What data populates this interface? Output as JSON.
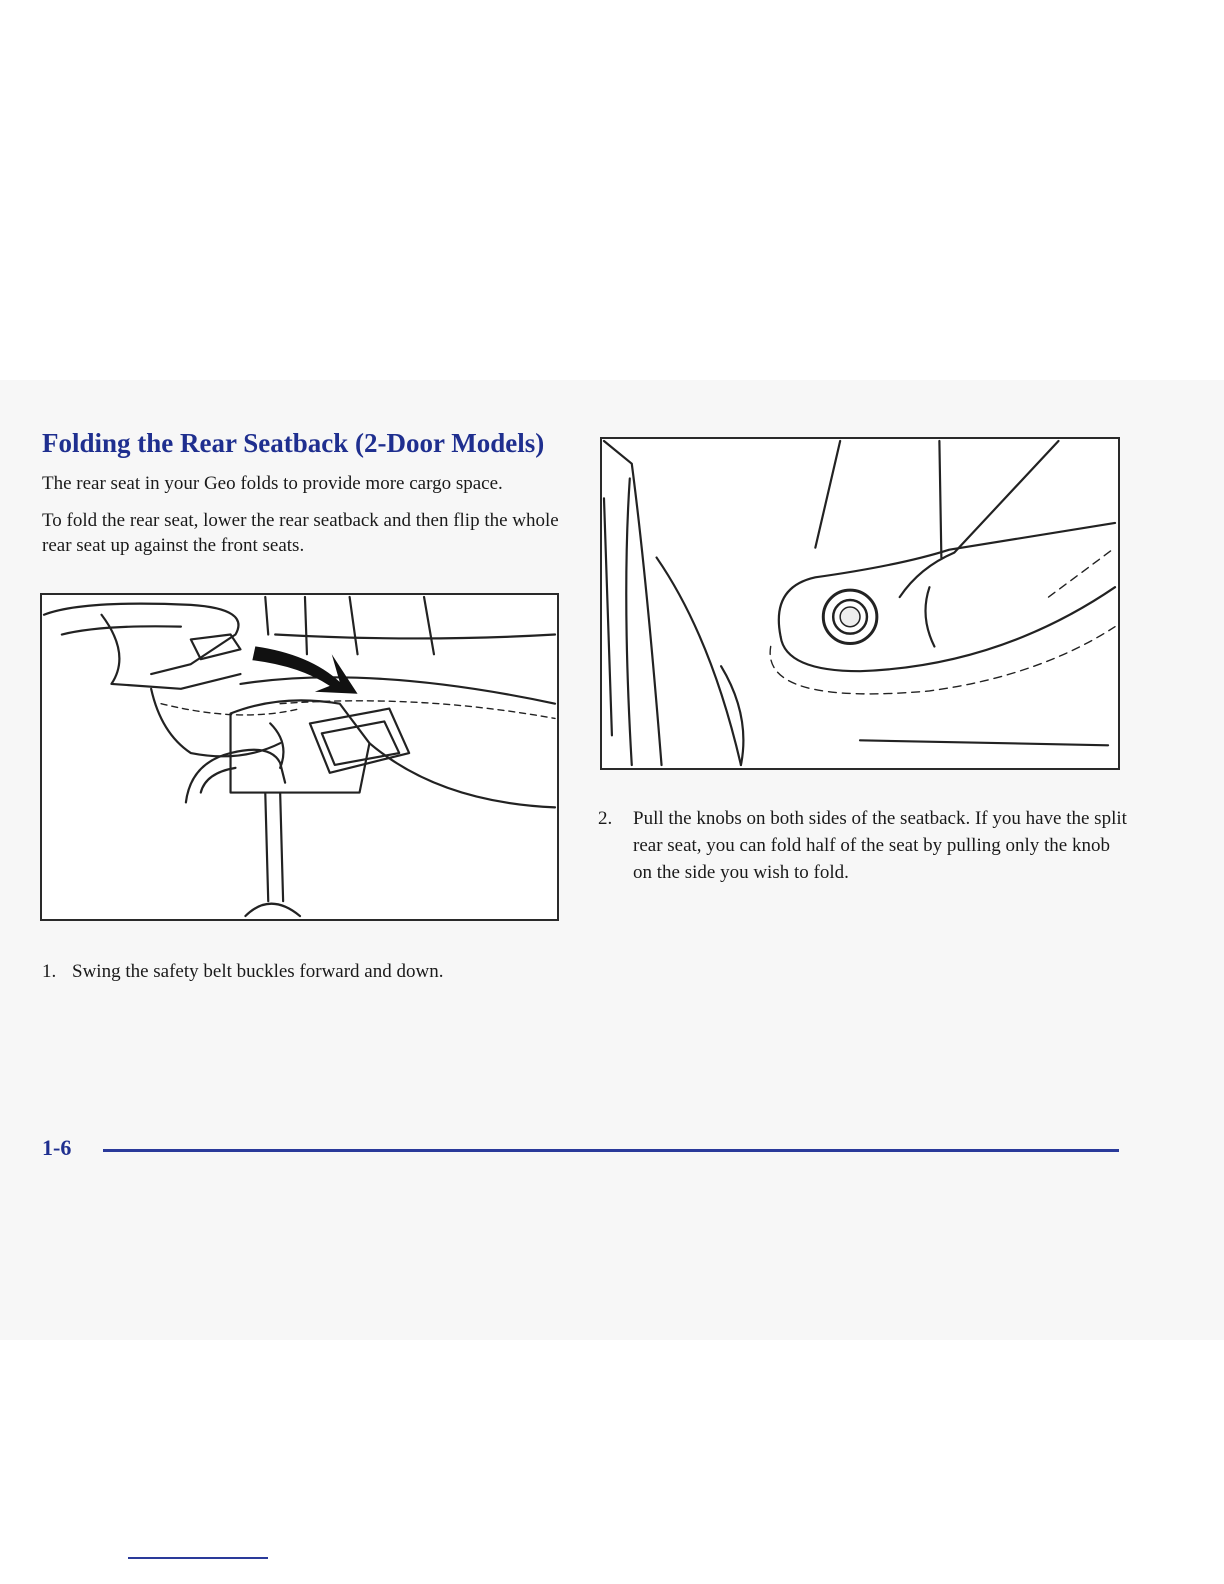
{
  "section": {
    "title": "Folding the Rear Seatback (2-Door Models)",
    "intro": "The rear seat in your Geo folds to provide more cargo space.",
    "instructions": "To fold the rear seat, lower the rear seatback and then flip the whole rear seat up against the front seats."
  },
  "steps": [
    {
      "number": "1.",
      "text": "Swing the safety belt buckles forward and down."
    },
    {
      "number": "2.",
      "text": "Pull the knobs on both sides of the seatback. If you have the split rear seat, you can fold half of the seat by pulling only the knob on the side you wish to fold."
    }
  ],
  "footer": {
    "page_number": "1-6"
  },
  "colors": {
    "accent": "#1f2f8f",
    "rule": "#2a3a9a"
  }
}
